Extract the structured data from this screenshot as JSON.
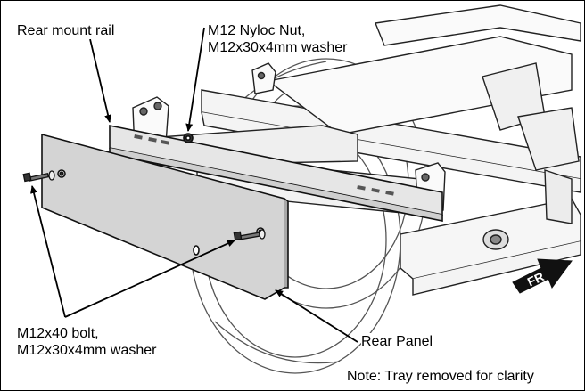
{
  "labels": {
    "rear_mount_rail": "Rear mount rail",
    "nut_line1": "M12 Nyloc Nut,",
    "nut_line2": "M12x30x4mm washer",
    "bolt_line1": "M12x40 bolt,",
    "bolt_line2": "M12x30x4mm washer",
    "rear_panel": "Rear Panel",
    "note": "Note: Tray removed for clarity",
    "direction": "FR"
  },
  "colors": {
    "line": "#000000",
    "panel_fill": "#d4d4d4",
    "rail_fill": "#e6e6e6",
    "frame_fill": "#f4f4f4",
    "arrow_fill": "#111111"
  }
}
